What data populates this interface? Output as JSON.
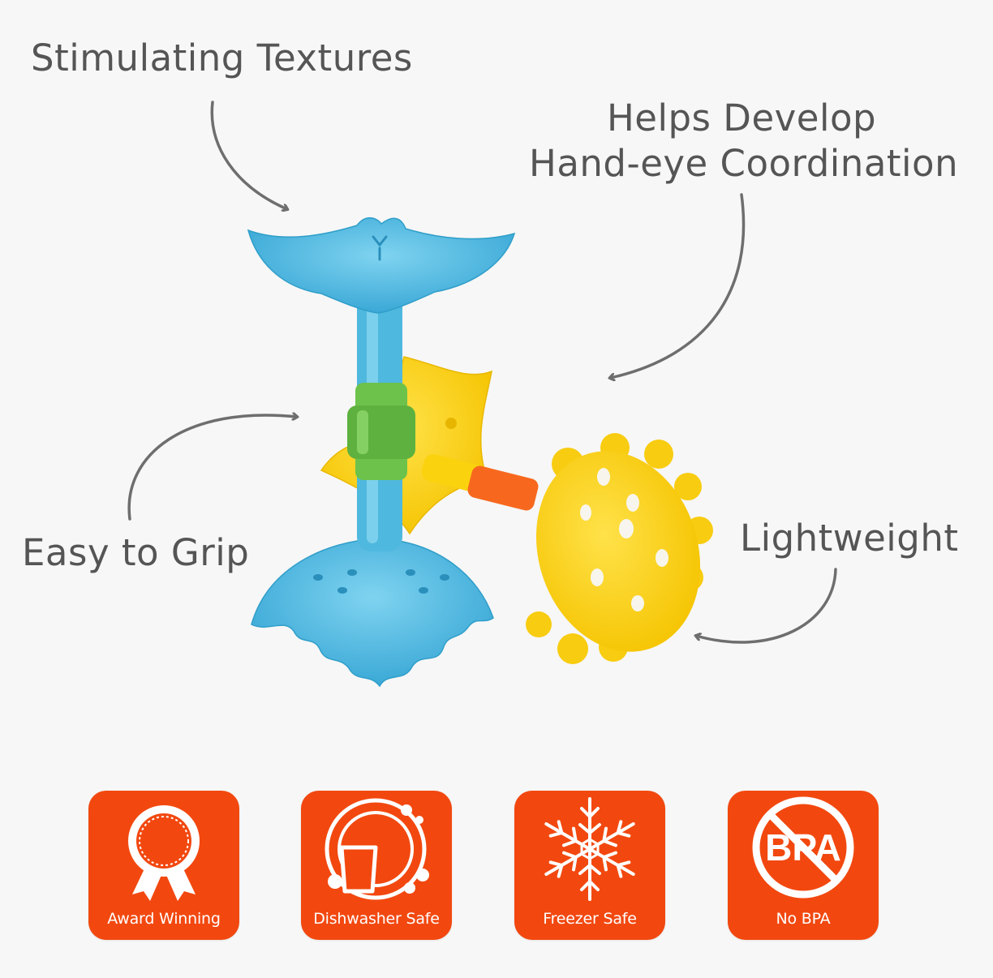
{
  "callouts": {
    "textures": "Stimulating Textures",
    "coordination_line1": "Helps Develop",
    "coordination_line2": "Hand-eye Coordination",
    "grip": "Easy to Grip",
    "lightweight": "Lightweight"
  },
  "badges": [
    {
      "label": "Award Winning",
      "icon": "award-ribbon-icon"
    },
    {
      "label": "Dishwasher Safe",
      "icon": "dishwasher-icon"
    },
    {
      "label": "Freezer Safe",
      "icon": "snowflake-icon"
    },
    {
      "label": "No BPA",
      "icon": "no-bpa-icon",
      "icon_text": "BPA"
    }
  ],
  "colors": {
    "badge_background": "#f2480f",
    "text": "#555555",
    "toy_blue": "#4fb8de",
    "toy_yellow": "#fbd20e",
    "toy_green": "#6cc24a",
    "toy_orange": "#f7681e"
  }
}
